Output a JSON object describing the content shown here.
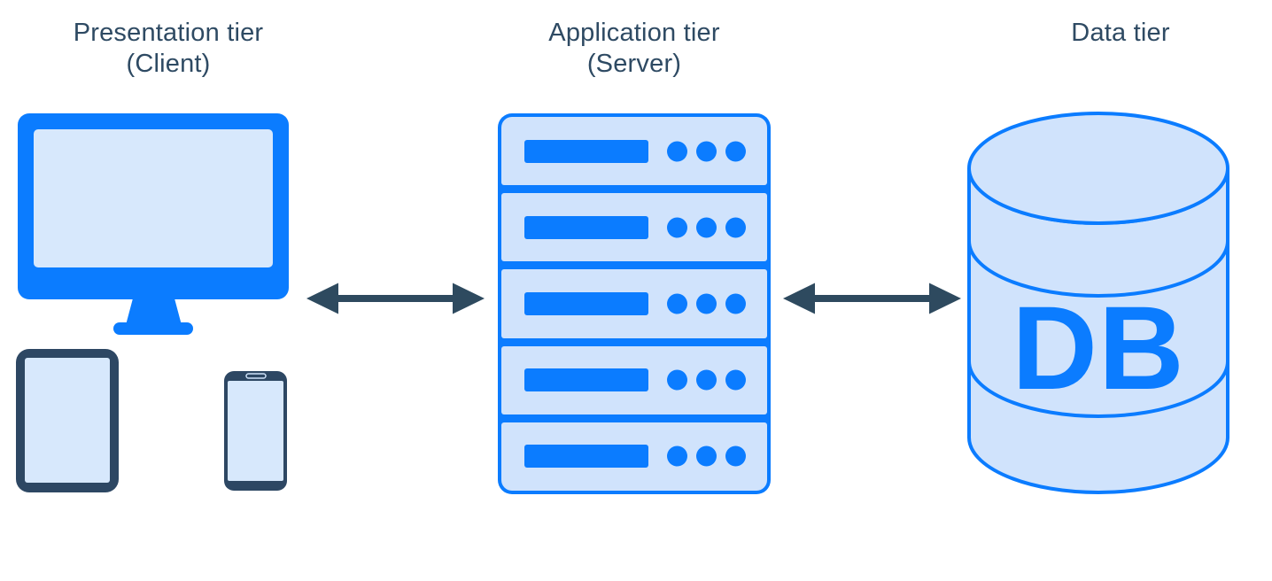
{
  "colors": {
    "accent_blue": "#0b7cff",
    "light_blue_fill": "#d0e3fc",
    "screen_blue": "#d7e8fc",
    "device_navy": "#2d4763",
    "arrow_navy": "#2e4a5f",
    "text_navy": "#2e4a63",
    "background": "#ffffff"
  },
  "tiers": [
    {
      "id": "presentation",
      "label_line1": "Presentation tier",
      "label_line2": "(Client)",
      "icons": [
        "desktop-monitor-icon",
        "tablet-icon",
        "smartphone-icon"
      ]
    },
    {
      "id": "application",
      "label_line1": "Application tier",
      "label_line2": "(Server)",
      "icons": [
        "server-rack-icon"
      ],
      "server_units": 5,
      "leds_per_unit": 3
    },
    {
      "id": "data",
      "label_line1": "Data tier",
      "label_line2": "",
      "icons": [
        "database-cylinder-icon"
      ],
      "db_label": "DB"
    }
  ],
  "connectors": [
    {
      "from": "presentation",
      "to": "application",
      "type": "bidirectional-arrow"
    },
    {
      "from": "application",
      "to": "data",
      "type": "bidirectional-arrow"
    }
  ]
}
